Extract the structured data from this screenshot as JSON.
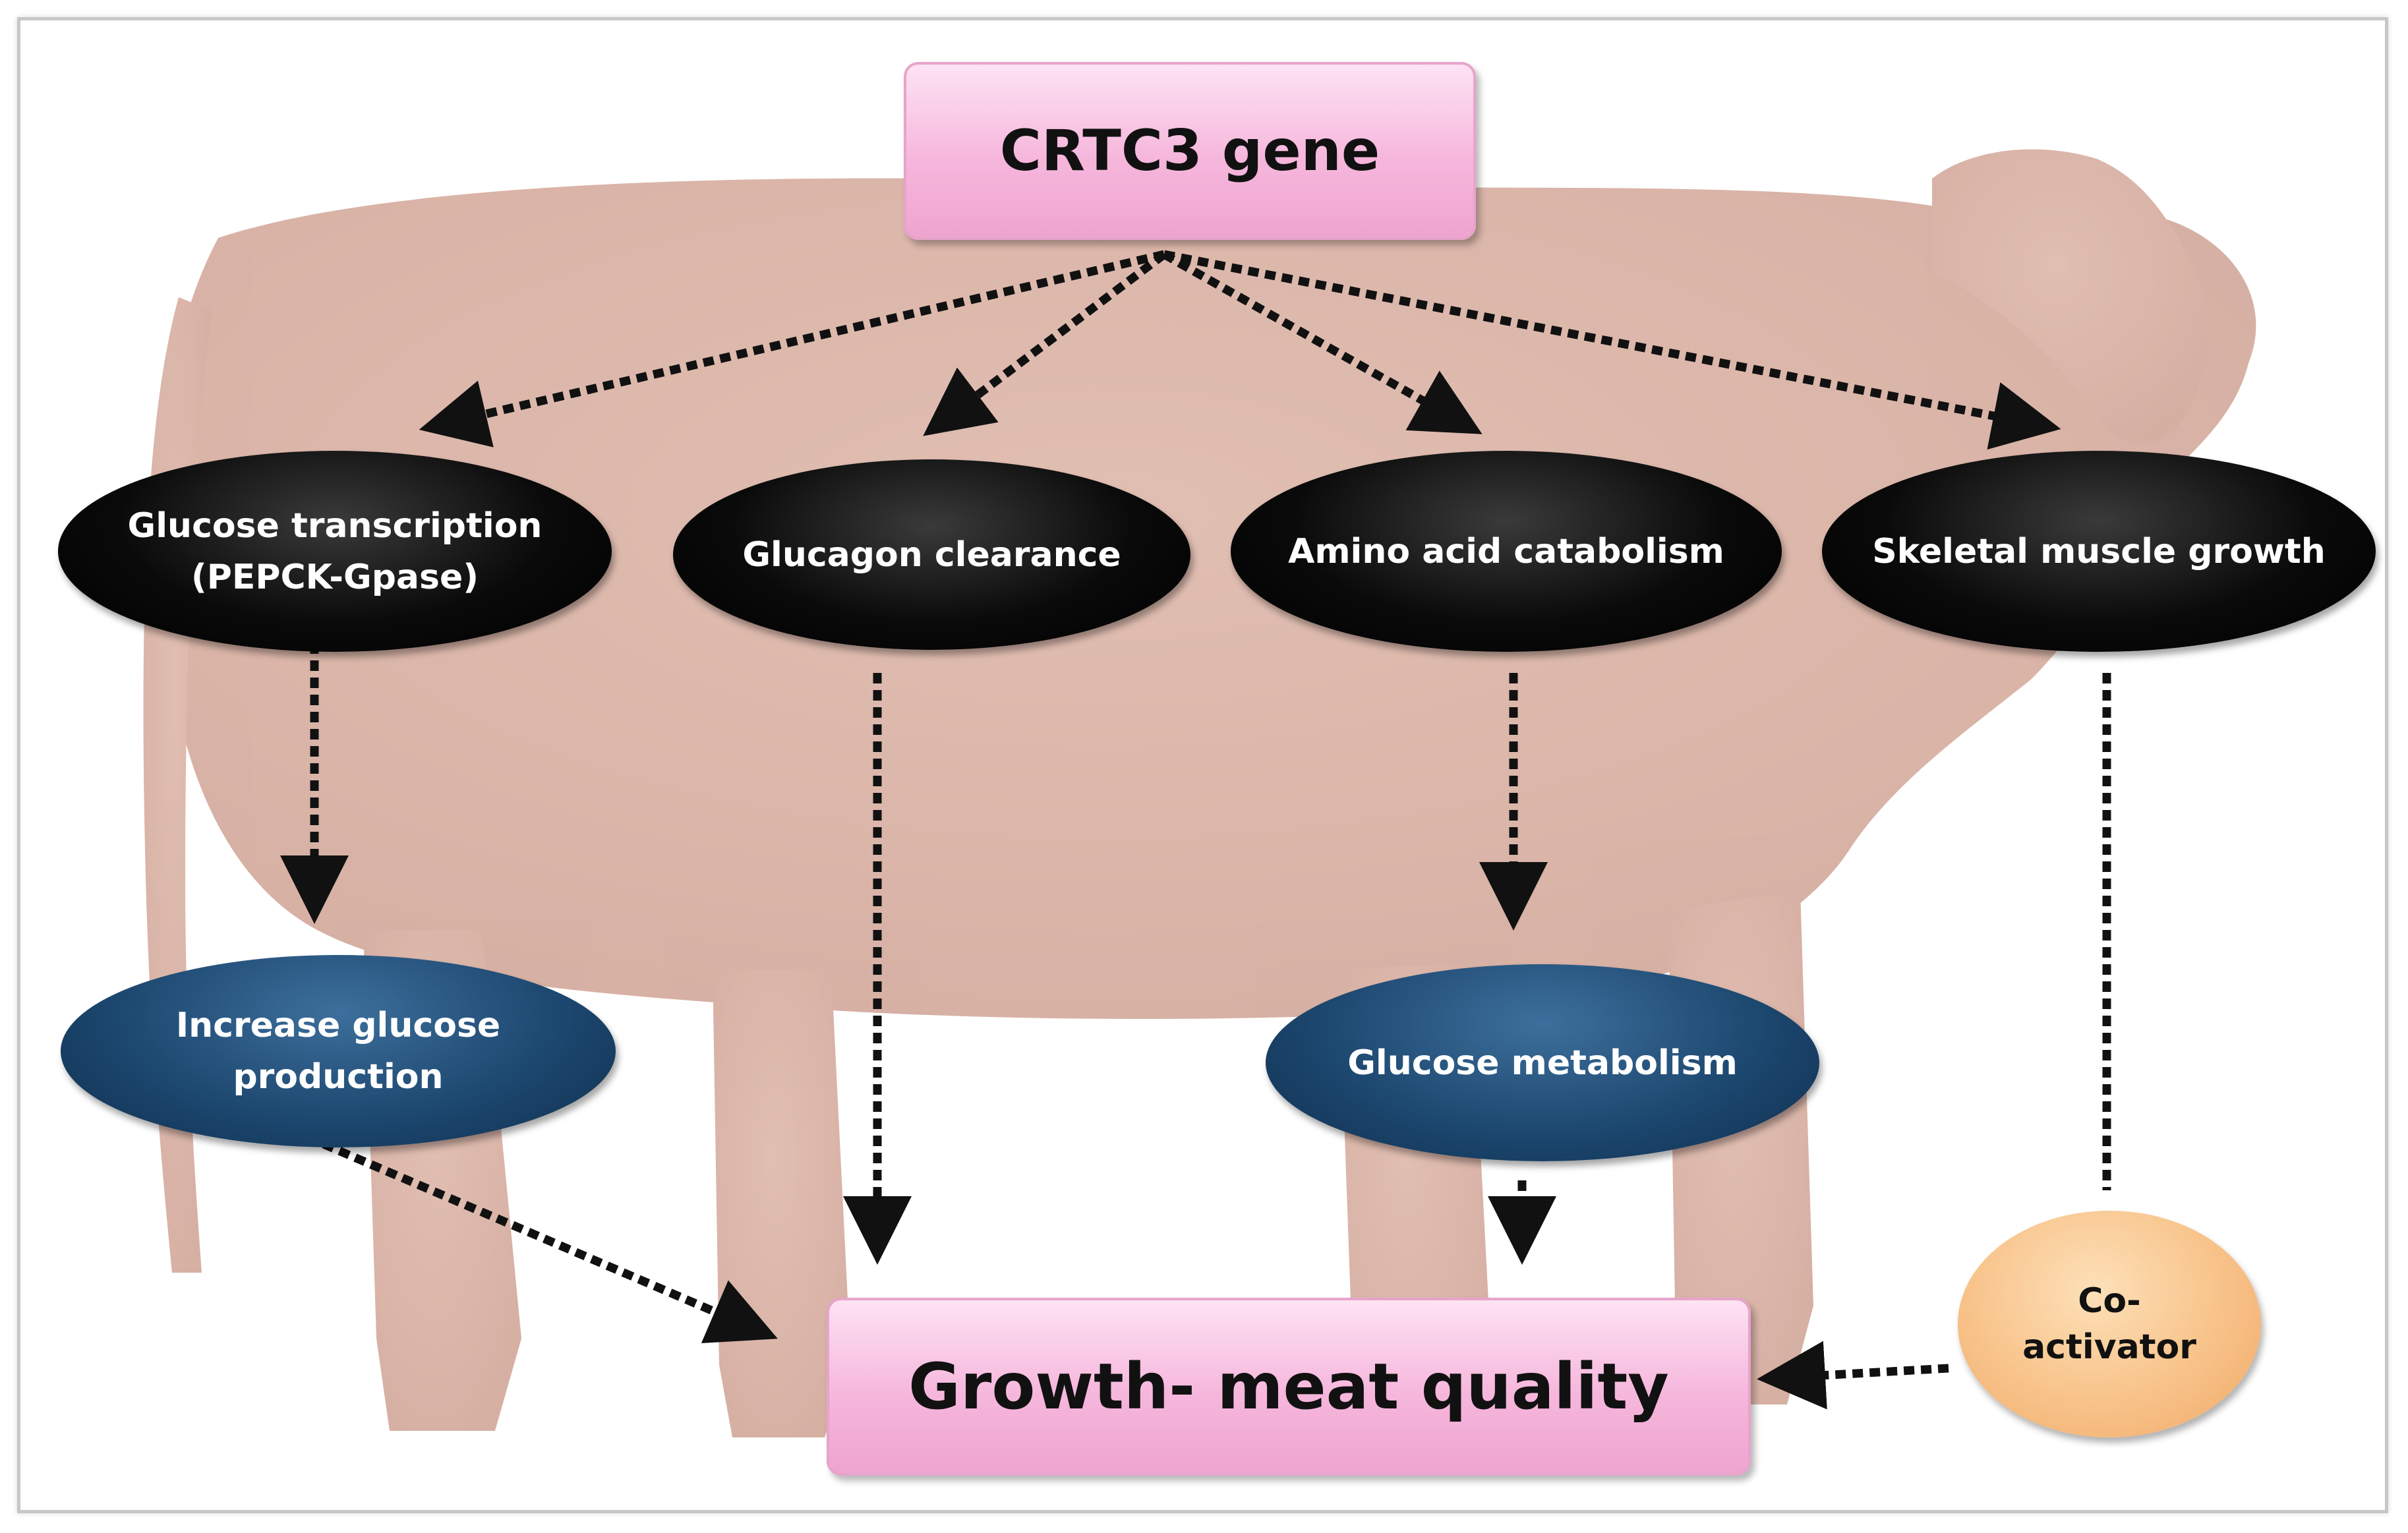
{
  "colors": {
    "pink_box": "#f6b6dc",
    "black_oval": "#000000",
    "blue_oval": "#1d4870",
    "coactivator": "#f8c58d",
    "arrow": "#111111",
    "background_cow": "#b0624a"
  },
  "nodes": {
    "crtc3": "CRTC3 gene",
    "glucose_transcription": "Glucose transcription\n(PEPCK-Gpase)",
    "glucagon_clearance": "Glucagon clearance",
    "amino_acid_catabolism": "Amino acid catabolism",
    "skeletal_muscle_growth": "Skeletal muscle growth",
    "increase_glucose_production": "Increase glucose\nproduction",
    "glucose_metabolism": "Glucose metabolism",
    "coactivator": "Co-\nactivator",
    "growth_meat_quality": "Growth- meat quality"
  },
  "edges": [
    {
      "from": "crtc3",
      "to": "glucose_transcription"
    },
    {
      "from": "crtc3",
      "to": "glucagon_clearance"
    },
    {
      "from": "crtc3",
      "to": "amino_acid_catabolism"
    },
    {
      "from": "crtc3",
      "to": "skeletal_muscle_growth"
    },
    {
      "from": "glucose_transcription",
      "to": "increase_glucose_production"
    },
    {
      "from": "glucagon_clearance",
      "to": "growth_meat_quality"
    },
    {
      "from": "amino_acid_catabolism",
      "to": "glucose_metabolism"
    },
    {
      "from": "increase_glucose_production",
      "to": "growth_meat_quality"
    },
    {
      "from": "glucose_metabolism",
      "to": "growth_meat_quality"
    },
    {
      "from": "skeletal_muscle_growth",
      "to": "coactivator"
    },
    {
      "from": "coactivator",
      "to": "growth_meat_quality"
    }
  ]
}
